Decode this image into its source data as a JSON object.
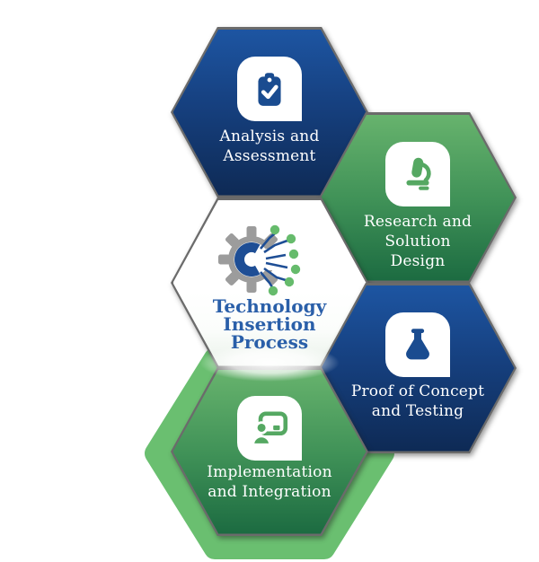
{
  "diagram_title": {
    "lines": [
      "Technology",
      "Insertion",
      "Process"
    ],
    "full_text": "Technology Insertion Process"
  },
  "hexagons": [
    {
      "id": "analysis",
      "label_lines": [
        "Analysis and",
        "Assessment"
      ],
      "full_label": "Analysis and Assessment",
      "icon": "clipboard-check-icon",
      "color_scheme": "blue"
    },
    {
      "id": "research",
      "label_lines": [
        "Research and",
        "Solution",
        "Design"
      ],
      "full_label": "Research and Solution Design",
      "icon": "microscope-icon",
      "color_scheme": "green"
    },
    {
      "id": "proof",
      "label_lines": [
        "Proof of Concept",
        "and Testing"
      ],
      "full_label": "Proof of Concept and Testing",
      "icon": "flask-icon",
      "color_scheme": "blue"
    },
    {
      "id": "implementation",
      "label_lines": [
        "Implementation",
        "and Integration"
      ],
      "full_label": "Implementation and Integration",
      "icon": "presentation-icon",
      "color_scheme": "green"
    }
  ],
  "center_hexagon": {
    "id": "technology-insertion-process",
    "icon": "gear-circuit-icon",
    "color_scheme": "white"
  },
  "colors": {
    "blue_top": "#1d55a2",
    "blue_bottom": "#0e2a55",
    "green_top": "#67b36d",
    "green_bottom": "#1c6b41",
    "outer_hexagon_green": "#6abf70",
    "border_gray": "#6b6b6b",
    "title_blue": "#2a5fa9",
    "gear_gray": "#9c9c9c",
    "circuit_blue": "#1e4e95",
    "dot_green": "#66bb6c",
    "label_white": "#ffffff"
  }
}
